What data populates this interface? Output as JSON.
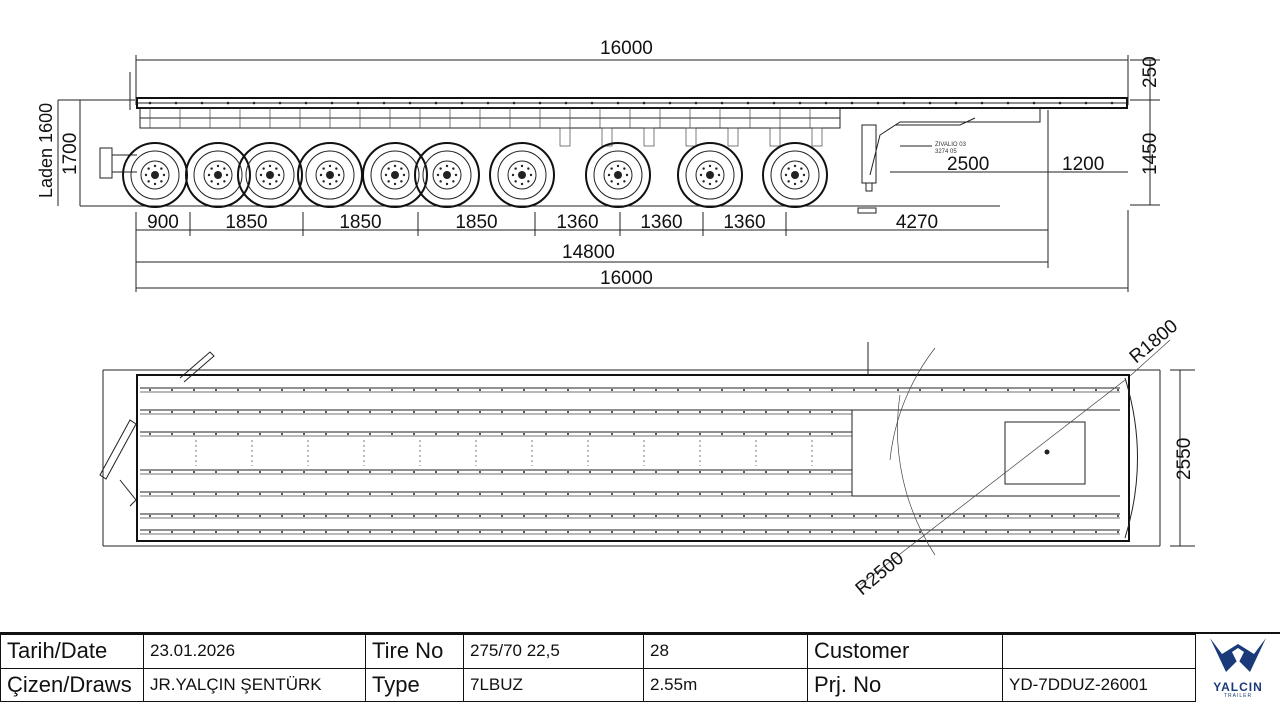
{
  "side_view": {
    "overall_length_top": "16000",
    "height_250": "250",
    "height_1450": "1450",
    "laden_1600": "Laden 1600",
    "height_1700": "1700",
    "gooseneck_2500": "2500",
    "gooseneck_1200": "1200",
    "axle_spacings": [
      "900",
      "1850",
      "1850",
      "1850",
      "1360",
      "1360",
      "1360",
      "4270"
    ],
    "length_14800": "14800",
    "overall_length_bottom": "16000"
  },
  "top_view": {
    "radius_front": "R1800",
    "radius_rear": "R2500",
    "width_2550": "2550"
  },
  "title_block": {
    "date_label": "Tarih/Date",
    "date_value": "23.01.2026",
    "draws_label": "Çizen/Draws",
    "draws_value": "JR.YALÇIN ŞENTÜRK",
    "tire_label": "Tire No",
    "tire_value": "275/70 22,5",
    "tire_count": "28",
    "type_label": "Type",
    "type_value": "7LBUZ",
    "width_value": "2.55m",
    "customer_label": "Customer",
    "customer_value": "",
    "project_label": "Prj. No",
    "project_value": "YD-7DDUZ-26001"
  },
  "logo": {
    "brand": "YALCIN",
    "sub": "TRAILER",
    "color": "#1a3a7a"
  }
}
